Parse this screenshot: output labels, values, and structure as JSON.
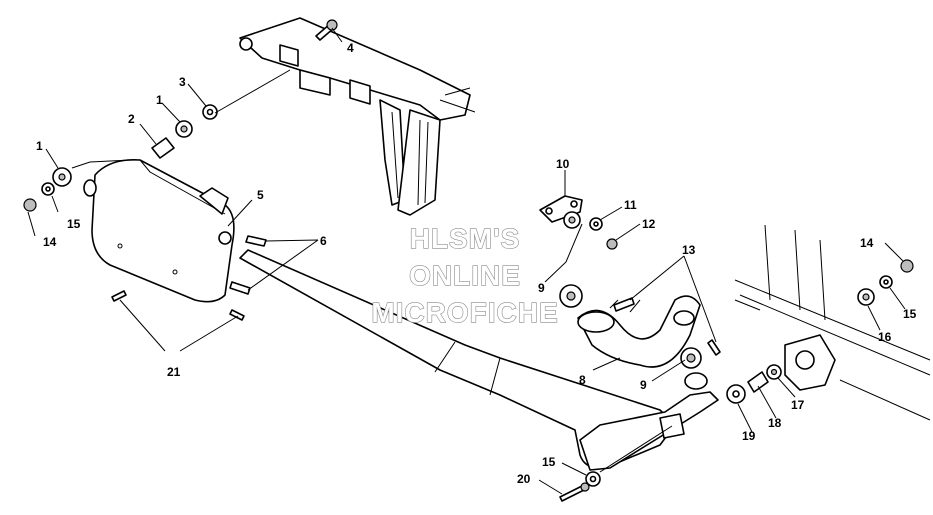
{
  "callouts": [
    {
      "id": "c4",
      "label": "4"
    },
    {
      "id": "c3",
      "label": "3"
    },
    {
      "id": "c1a",
      "label": "1"
    },
    {
      "id": "c2",
      "label": "2"
    },
    {
      "id": "c1b",
      "label": "1"
    },
    {
      "id": "c15a",
      "label": "15"
    },
    {
      "id": "c14a",
      "label": "14"
    },
    {
      "id": "c5",
      "label": "5"
    },
    {
      "id": "c6",
      "label": "6"
    },
    {
      "id": "c21",
      "label": "21"
    },
    {
      "id": "c10",
      "label": "10"
    },
    {
      "id": "c11",
      "label": "11"
    },
    {
      "id": "c12",
      "label": "12"
    },
    {
      "id": "c13",
      "label": "13"
    },
    {
      "id": "c9a",
      "label": "9"
    },
    {
      "id": "c8",
      "label": "8"
    },
    {
      "id": "c9b",
      "label": "9"
    },
    {
      "id": "c14b",
      "label": "14"
    },
    {
      "id": "c15b",
      "label": "15"
    },
    {
      "id": "c16",
      "label": "16"
    },
    {
      "id": "c17",
      "label": "17"
    },
    {
      "id": "c18",
      "label": "18"
    },
    {
      "id": "c19",
      "label": "19"
    },
    {
      "id": "c15c",
      "label": "15"
    },
    {
      "id": "c20",
      "label": "20"
    }
  ],
  "watermark": {
    "line1": "HLSM'S",
    "line2": "ONLINE",
    "line3": "MICROFICHE"
  }
}
